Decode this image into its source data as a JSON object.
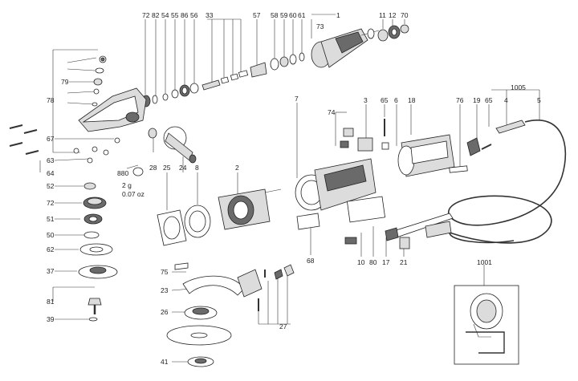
{
  "labels": {
    "l72a": "72",
    "l82": "82",
    "l54": "54",
    "l55": "55",
    "l86": "86",
    "l56": "56",
    "l33": "33",
    "l57": "57",
    "l58": "58",
    "l59": "59",
    "l60": "60",
    "l61": "61",
    "l1": "1",
    "l73": "73",
    "l11": "11",
    "l12": "12",
    "l70": "70",
    "l78": "78",
    "l79": "79",
    "l67": "67",
    "l63": "63",
    "l64": "64",
    "l52": "52",
    "l72b": "72",
    "l51": "51",
    "l50": "50",
    "l62": "62",
    "l37": "37",
    "l81": "81",
    "l39": "39",
    "l880": "880",
    "l28": "28",
    "l25": "25",
    "l24": "24",
    "l8": "8",
    "l2": "2",
    "l7": "7",
    "l74": "74",
    "l3": "3",
    "l65a": "65",
    "l6": "6",
    "l18": "18",
    "l76": "76",
    "l19": "19",
    "l65b": "65",
    "l4": "4",
    "l1005": "1005",
    "l5": "5",
    "l68": "68",
    "l10": "10",
    "l80": "80",
    "l17": "17",
    "l21": "21",
    "l1001": "1001",
    "l75": "75",
    "l23": "23",
    "l26": "26",
    "l27": "27",
    "l41": "41"
  },
  "notes": {
    "grease_amount": "2 g",
    "grease_oz": "0.07 oz"
  }
}
